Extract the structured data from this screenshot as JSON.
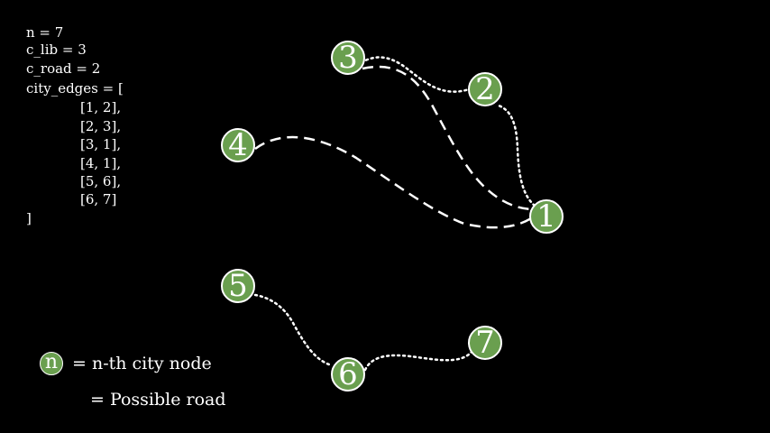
{
  "code": {
    "n_line": "n = 7",
    "c_lib_line": "c_lib = 3",
    "c_road_line": "c_road = 2",
    "edges_open": "city_edges = [",
    "edges": [
      "[1, 2],",
      "[2, 3],",
      "[3, 1],",
      "[4, 1],",
      "[5, 6],",
      "[6, 7]"
    ],
    "edges_close": "]"
  },
  "graph": {
    "nodes": [
      "1",
      "2",
      "3",
      "4",
      "5",
      "6",
      "7"
    ],
    "edges": [
      {
        "from": "1",
        "to": "2",
        "style": "dotted"
      },
      {
        "from": "2",
        "to": "3",
        "style": "dotted"
      },
      {
        "from": "3",
        "to": "1",
        "style": "dashed"
      },
      {
        "from": "4",
        "to": "1",
        "style": "dashed"
      },
      {
        "from": "5",
        "to": "6",
        "style": "dotted"
      },
      {
        "from": "6",
        "to": "7",
        "style": "dotted"
      }
    ],
    "node_color": "#6a9f4f",
    "edge_color": "#ffffff"
  },
  "legend": {
    "node_symbol": "n",
    "node_label": "= n-th city node",
    "road_label": "= Possible road"
  }
}
